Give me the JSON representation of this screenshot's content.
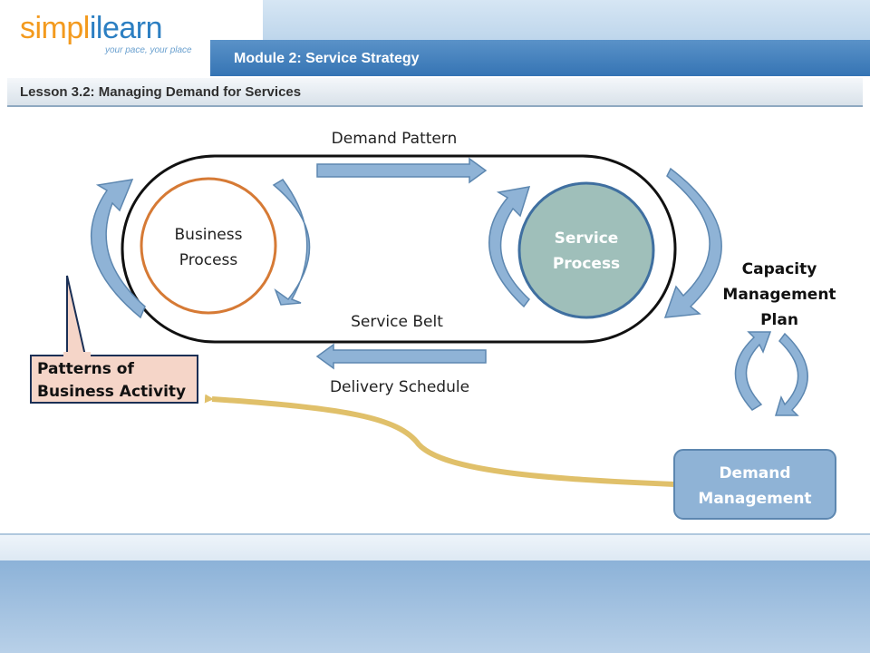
{
  "header": {
    "logo_part1": "simpl",
    "logo_divider": "i",
    "logo_part2": "learn",
    "tagline": "your pace, your place",
    "module_title": "Module 2: Service Strategy"
  },
  "lesson": {
    "title": "Lesson 3.2: Managing Demand for Services"
  },
  "diagram": {
    "demand_pattern": "Demand Pattern",
    "service_belt": "Service Belt",
    "delivery_schedule": "Delivery Schedule",
    "business_process": [
      "Business",
      "Process"
    ],
    "service_process": [
      "Service",
      "Process"
    ],
    "capacity_plan": [
      "Capacity",
      "Management",
      "Plan"
    ],
    "patterns": [
      "Patterns of",
      "Business Activity"
    ],
    "demand_management": [
      "Demand",
      "Management"
    ]
  },
  "colors": {
    "arrow_fill": "#8fb3d6",
    "arrow_stroke": "#5d87b0",
    "business_circle": "#d67a35",
    "service_circle_fill": "#9fbfba",
    "service_circle_stroke": "#3f6fa0",
    "callout_fill": "#f5d5c8",
    "demand_box_fill": "#8fb3d6",
    "curve": "#e0c06a"
  }
}
